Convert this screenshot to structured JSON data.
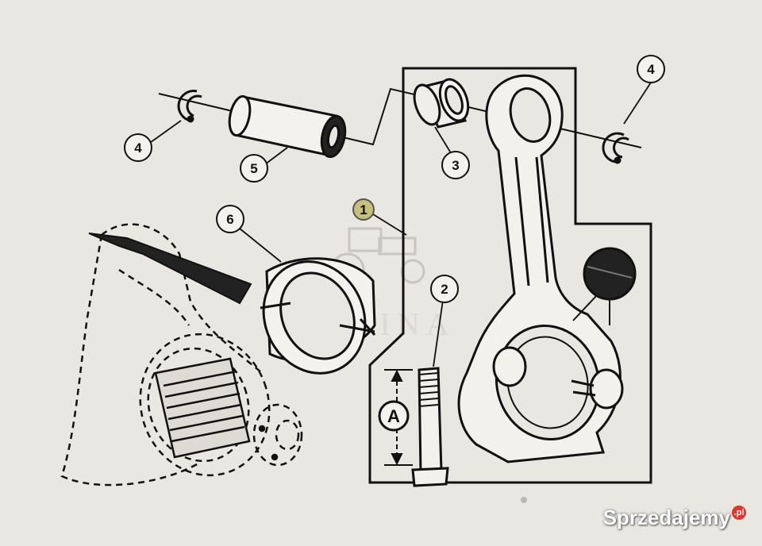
{
  "callouts": {
    "c1": "1",
    "c2": "2",
    "c3": "3",
    "c4_left": "4",
    "c4_right": "4",
    "c5": "5",
    "c6": "6"
  },
  "dimension_label": "A",
  "watermark": "KARTINA",
  "brand": {
    "name": "Sprzedajemy",
    "tld": ".pl"
  },
  "colors": {
    "background": "#e9e7e2",
    "ink": "#111111",
    "brand_badge": "#e4342b"
  }
}
